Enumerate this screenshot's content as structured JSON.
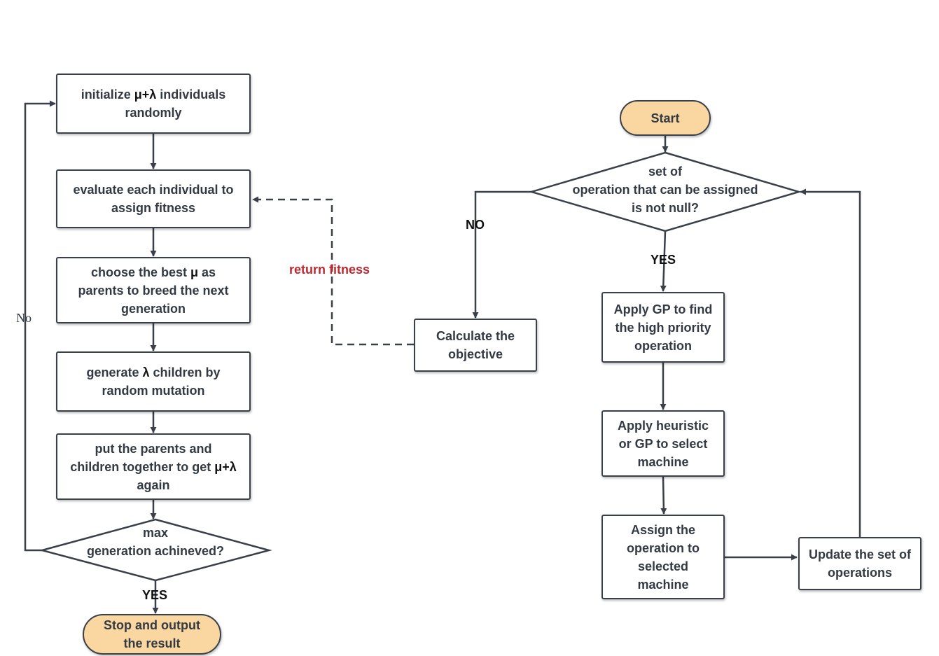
{
  "left": {
    "init": {
      "pre": "initialize ",
      "bold": "μ+λ",
      "post": " individuals randomly"
    },
    "evaluate": "evaluate each individual to assign fitness",
    "choose": {
      "pre": "choose the best ",
      "bold": "μ",
      "post": " as parents to breed the next generation"
    },
    "generate": {
      "pre": "generate ",
      "bold": "λ",
      "post": " children by random mutation"
    },
    "put": {
      "pre": "put the parents and children together to get ",
      "bold": "μ+λ",
      "post": "  again"
    },
    "decision": {
      "line1": "max",
      "line2": "generation achineved?"
    },
    "stop": "Stop and output the result",
    "no_label": "No",
    "yes_label": "YES"
  },
  "middle": {
    "return_label": "return fitness",
    "calc": "Calculate the objective",
    "no_label": "NO"
  },
  "right": {
    "start": "Start",
    "decision": {
      "line1": "set of",
      "line2": "operation that can be assigned",
      "line3": "is not  null?"
    },
    "yes_label": "YES",
    "apply_gp": "Apply GP to find the high priority operation",
    "apply_heuristic": "Apply  heuristic or GP to  select machine",
    "assign": "Assign the operation  to selected machine",
    "update": "Update the set of operations"
  },
  "colors": {
    "stroke": "#3a4049",
    "terminal_fill": "#fad7a0",
    "red_label": "#c0282f"
  }
}
